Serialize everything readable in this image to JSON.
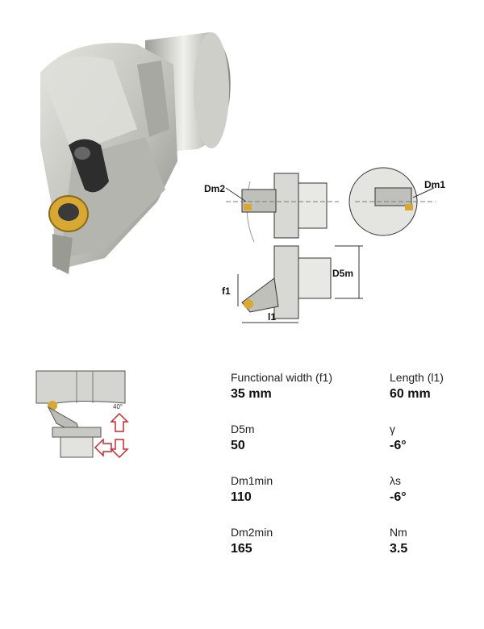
{
  "drawing_labels": {
    "dm2": "Dm2",
    "dm1": "Dm1",
    "d5m": "D5m",
    "f1": "f1",
    "l1": "l1",
    "angle": "40°"
  },
  "specs": [
    {
      "label": "Functional width (f1)",
      "value": "35 mm"
    },
    {
      "label": "Length (l1)",
      "value": "60 mm"
    },
    {
      "label": "D5m",
      "value": "50"
    },
    {
      "label": "γ",
      "value": "-6°"
    },
    {
      "label": "Dm1min",
      "value": "110"
    },
    {
      "label": "λs",
      "value": "-6°"
    },
    {
      "label": "Dm2min",
      "value": "165"
    },
    {
      "label": "Nm",
      "value": "3.5"
    }
  ],
  "colors": {
    "metal": "#c9c9c4",
    "insert_gold": "#d9a833",
    "arrow_red": "#c8282d"
  }
}
